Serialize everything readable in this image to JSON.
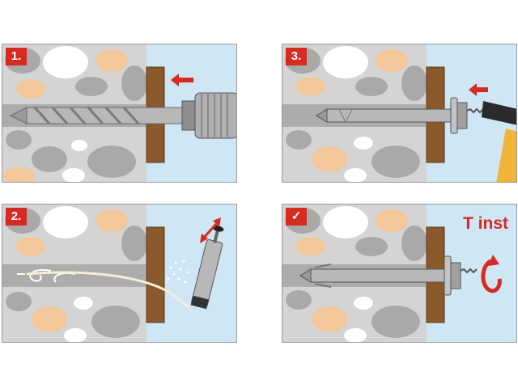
{
  "steps": [
    {
      "label": "1.",
      "tool": "drill"
    },
    {
      "label": "2.",
      "tool": "blow-out-pump"
    },
    {
      "label": "3.",
      "tool": "hammer"
    },
    {
      "label": "✓",
      "tool": "torque-wrench"
    }
  ],
  "torque_label": "T inst",
  "colors": {
    "accent": "#d62b23",
    "concrete": "#d4d4d4",
    "stone_grey": "#a9a9a9",
    "stone_tan": "#f2c79a",
    "wood": "#8b5a2b",
    "sky": "#cfe6f5",
    "metal": "#a8a8a8"
  }
}
